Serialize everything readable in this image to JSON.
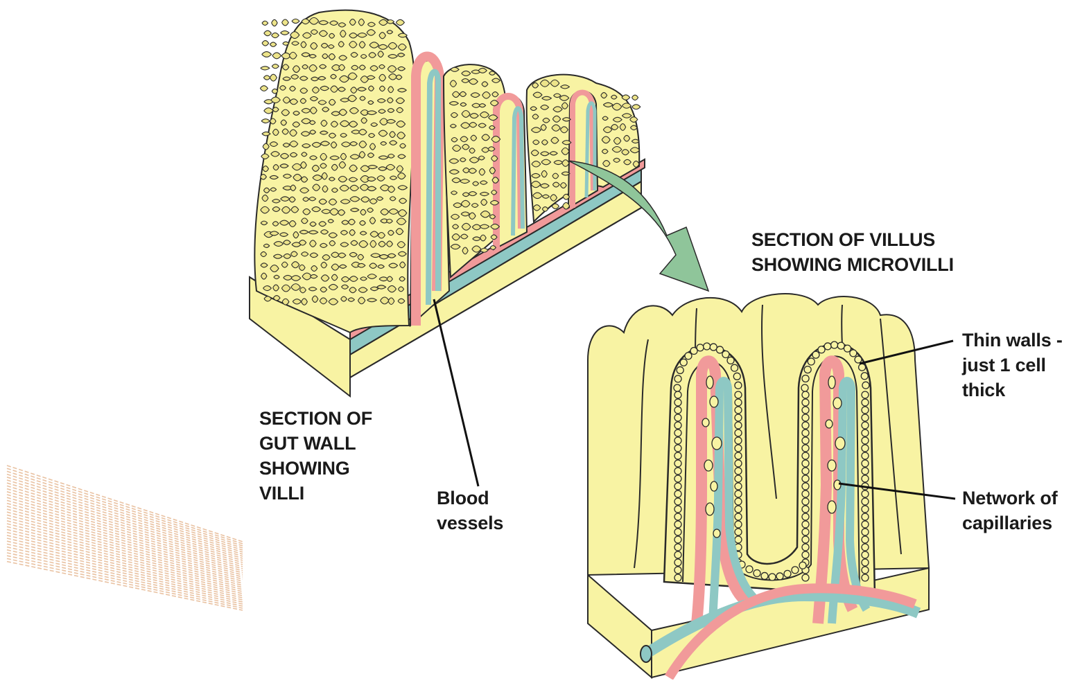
{
  "labels": {
    "gut_wall": "SECTION OF\nGUT WALL\nSHOWING\nVILLI",
    "villus_section": "SECTION OF VILLUS\nSHOWING MICROVILLI",
    "blood_vessels": "Blood\nvessels",
    "thin_walls": "Thin walls -\njust 1 cell\nthick",
    "capillaries": "Network of\ncapillaries"
  },
  "colors": {
    "tissue": "#f8f3a3",
    "tissue_dark": "#ede48a",
    "outline": "#2a2a2a",
    "artery": "#f19a9a",
    "vein": "#8ec8c4",
    "arrow": "#8fc59a",
    "muscle_strip": "#e9c2a2"
  }
}
